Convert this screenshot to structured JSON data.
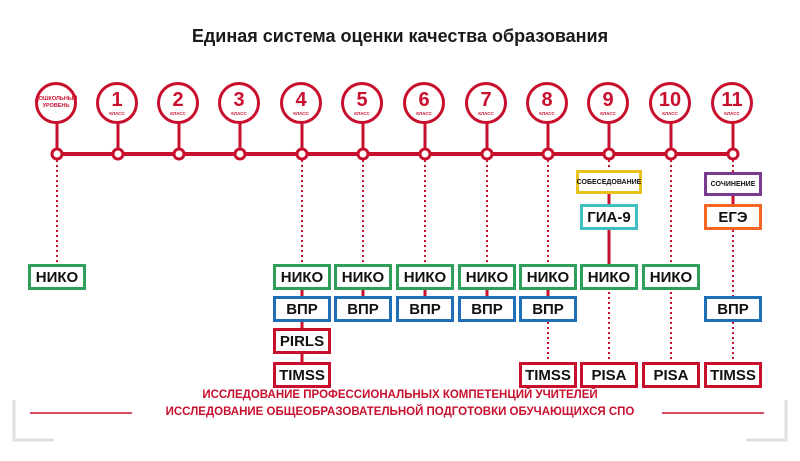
{
  "title": "Единая система оценки качества образования",
  "stages": [
    {
      "number": "",
      "sub": "",
      "pre": "ДОШКОЛЬНЫЙ УРОВЕНЬ"
    },
    {
      "number": "1",
      "sub": "КЛАСС"
    },
    {
      "number": "2",
      "sub": "КЛАСС"
    },
    {
      "number": "3",
      "sub": "КЛАСС"
    },
    {
      "number": "4",
      "sub": "КЛАСС"
    },
    {
      "number": "5",
      "sub": "КЛАСС"
    },
    {
      "number": "6",
      "sub": "КЛАСС"
    },
    {
      "number": "7",
      "sub": "КЛАСС"
    },
    {
      "number": "8",
      "sub": "КЛАСС"
    },
    {
      "number": "9",
      "sub": "КЛАСС"
    },
    {
      "number": "10",
      "sub": "КЛАСС"
    },
    {
      "number": "11",
      "sub": "КЛАСС"
    }
  ],
  "boxes": {
    "niko": "НИКО",
    "vpr": "ВПР",
    "pirls": "PIRLS",
    "timss": "TIMSS",
    "pisa": "PISA",
    "gia9": "ГИА-9",
    "ege": "ЕГЭ",
    "sobesedovanie": "СОБЕСЕДОВАНИЕ",
    "sochinenie": "СОЧИНЕНИЕ"
  },
  "footer": {
    "line1": "ИССЛЕДОВАНИЕ ПРОФЕССИОНАЛЬНЫХ КОМПЕТЕНЦИЙ УЧИТЕЛЕЙ",
    "line2": "ИССЛЕДОВАНИЕ ОБЩЕОБРАЗОВАТЕЛЬНОЙ ПОДГОТОВКИ ОБУЧАЮЩИХСЯ СПО"
  },
  "colors": {
    "accent": "#c8102e",
    "niko": "#2e9e5b",
    "vpr": "#1e6fb8",
    "international": "#c8102e",
    "gia": "#40bfc1",
    "sobesedovanie": "#e8c21a",
    "sochinenie": "#7a3b8f",
    "ege": "#f26522"
  }
}
